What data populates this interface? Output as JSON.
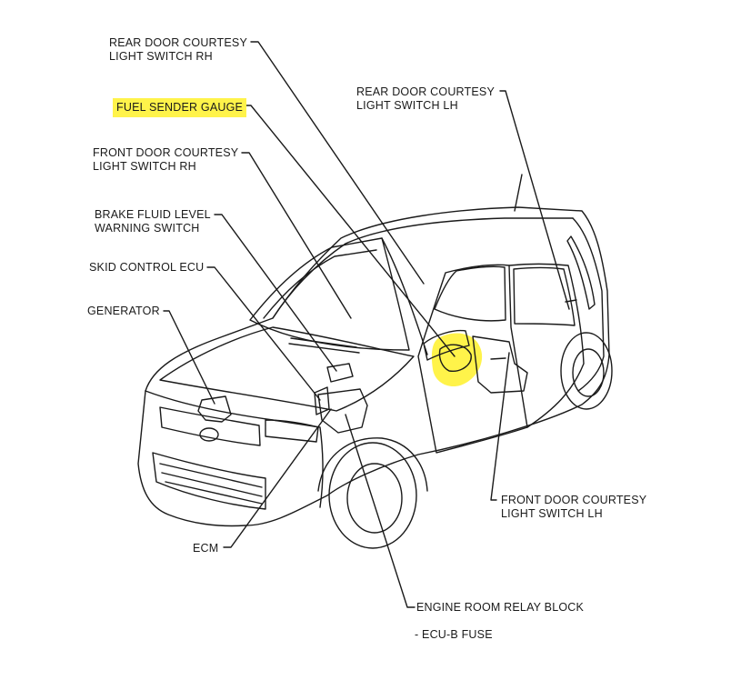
{
  "colors": {
    "line": "#1a1a1a",
    "highlight": "#fff34a",
    "background": "#ffffff"
  },
  "callouts": {
    "rear_door_courtesy_rh": {
      "line1": "REAR DOOR COURTESY",
      "line2": "LIGHT SWITCH RH"
    },
    "fuel_sender_gauge": {
      "line1": "FUEL SENDER GAUGE",
      "highlighted": true
    },
    "front_door_courtesy_rh": {
      "line1": "FRONT DOOR COURTESY",
      "line2": "LIGHT SWITCH RH"
    },
    "brake_fluid_level": {
      "line1": "BRAKE FLUID LEVEL",
      "line2": "WARNING SWITCH"
    },
    "skid_control_ecu": {
      "line1": "SKID CONTROL ECU"
    },
    "generator": {
      "line1": "GENERATOR"
    },
    "rear_door_courtesy_lh": {
      "line1": "REAR DOOR COURTESY",
      "line2": "LIGHT SWITCH LH"
    },
    "front_door_courtesy_lh": {
      "line1": "FRONT DOOR COURTESY",
      "line2": "LIGHT SWITCH LH"
    },
    "ecm": {
      "line1": "ECM"
    },
    "engine_room_relay_block": {
      "line1": "ENGINE ROOM RELAY BLOCK"
    },
    "ecu_b_fuse": {
      "line1": "- ECU-B FUSE"
    }
  }
}
